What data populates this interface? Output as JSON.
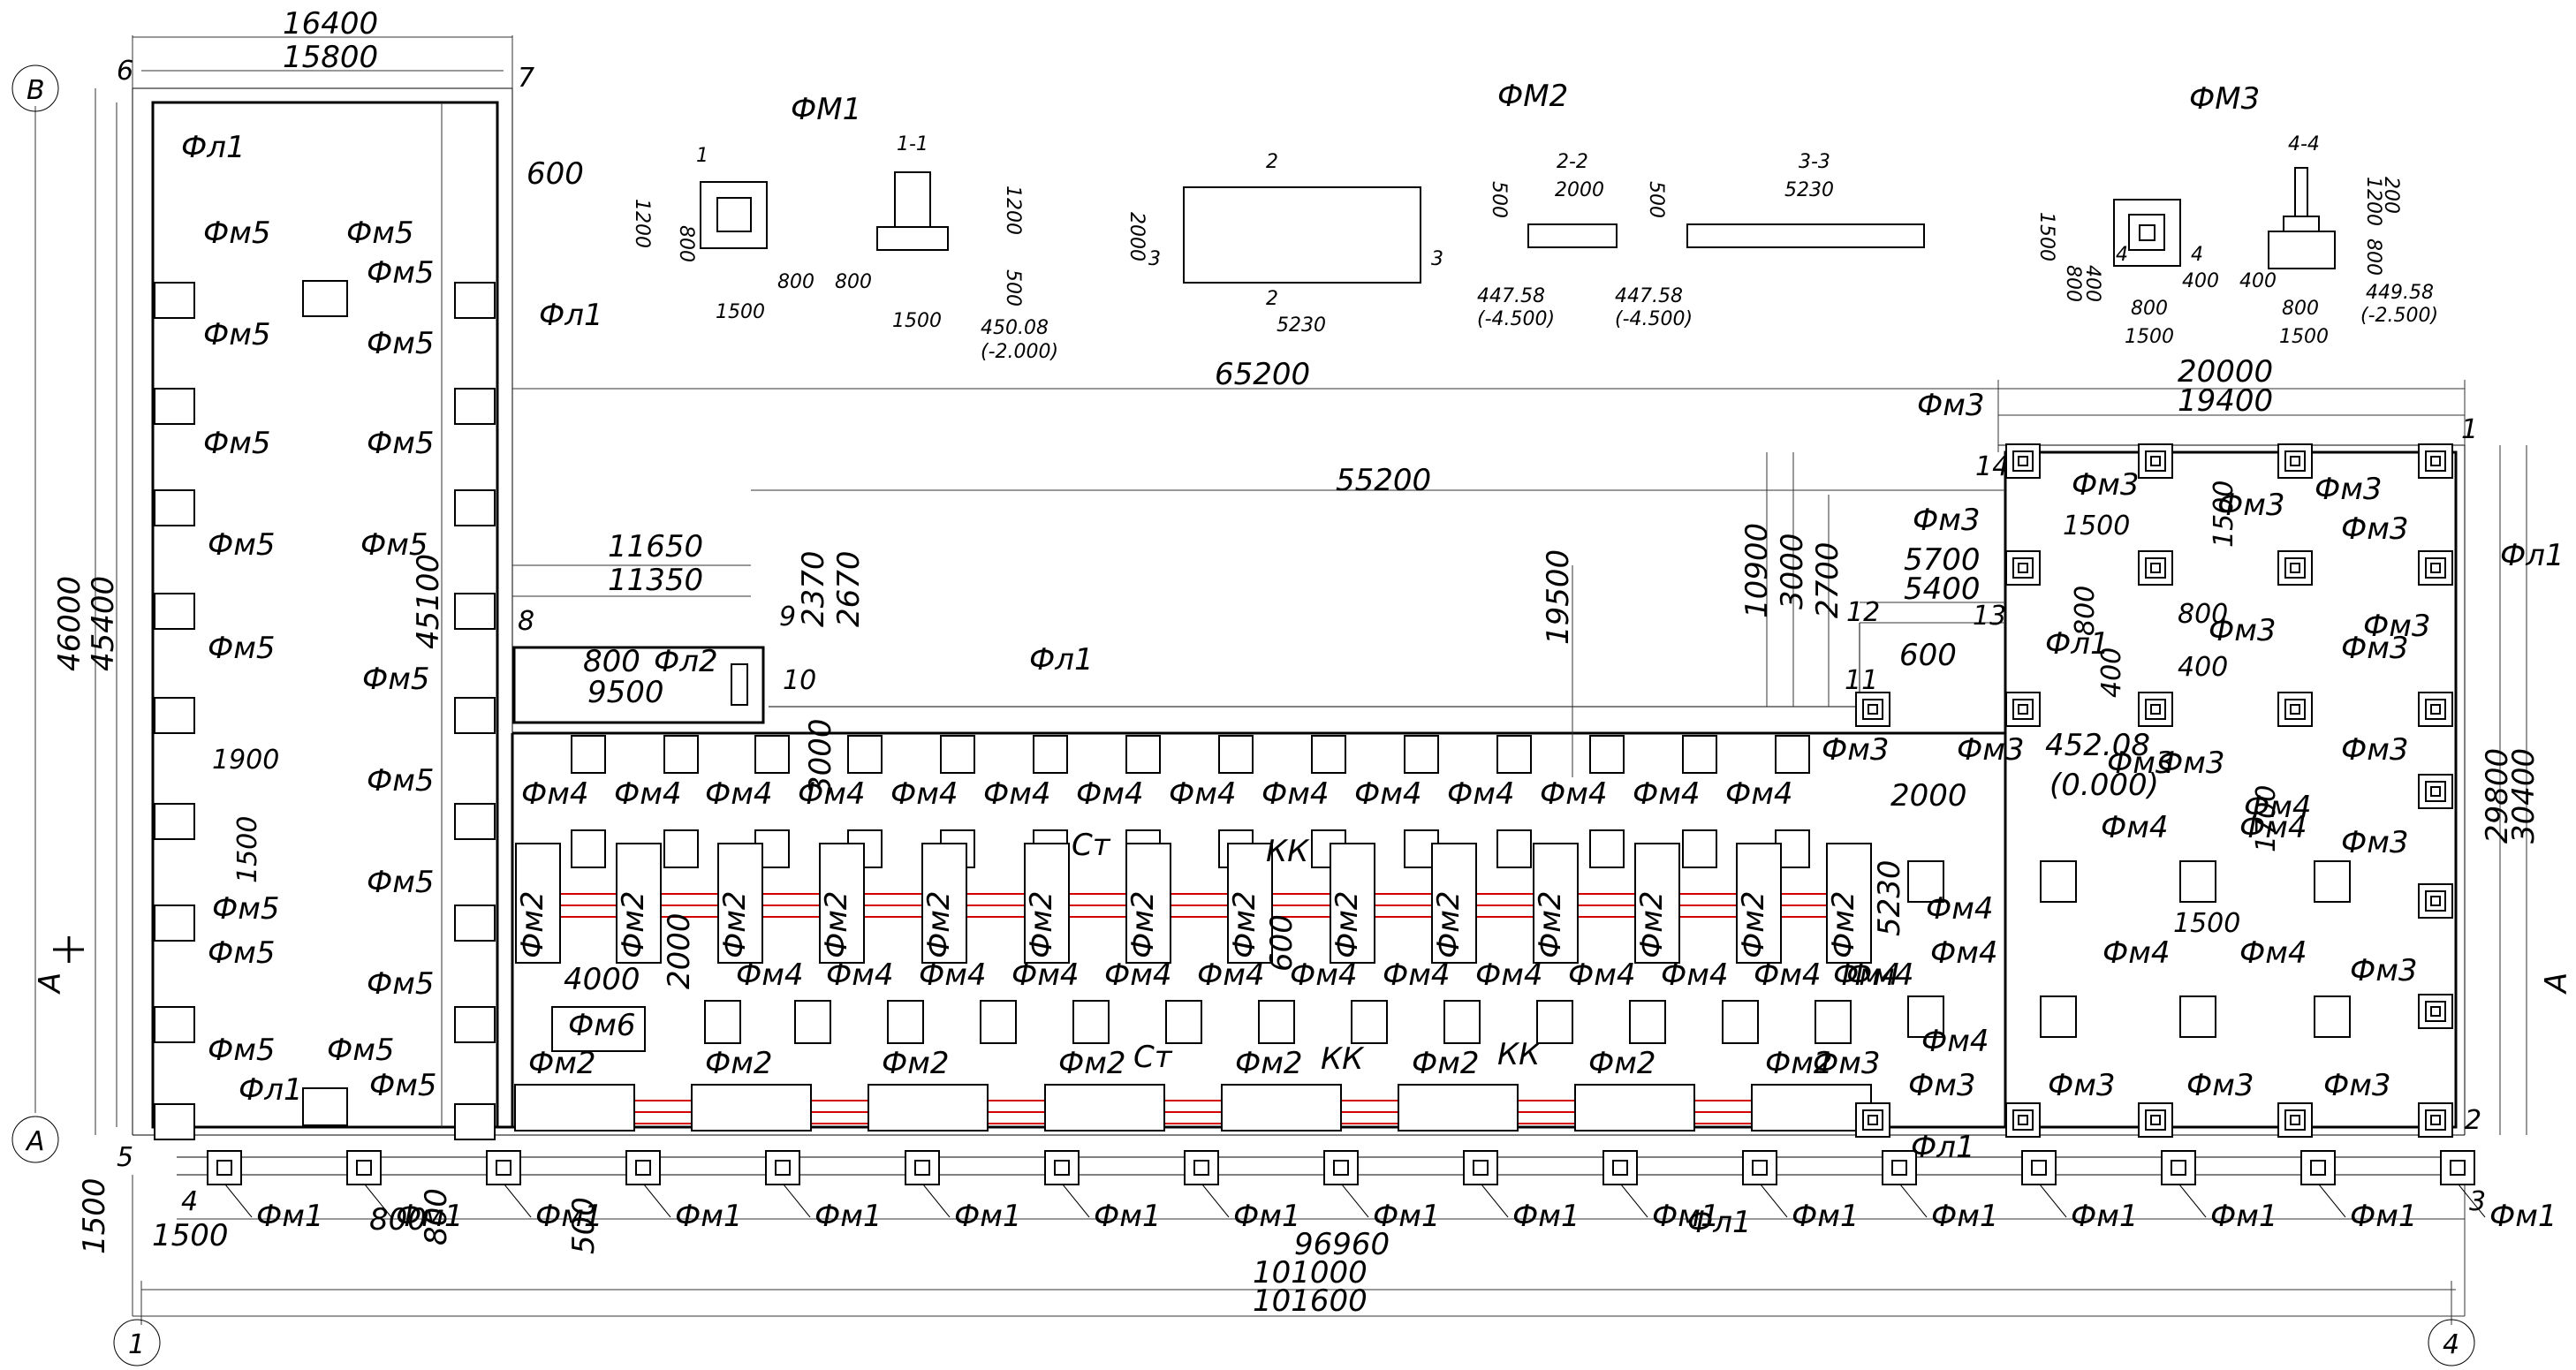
{
  "colors": {
    "line": "#000000",
    "dim": "#333333",
    "pipe": "#d40000",
    "background": "#ffffff"
  },
  "axes": {
    "B": "В",
    "A": "А",
    "n1": "1",
    "n4": "4"
  },
  "section_marks": {
    "left": "А",
    "right": "А"
  },
  "points": {
    "p1": "1",
    "p2": "2",
    "p3": "3",
    "p4": "4",
    "p5": "5",
    "p6": "6",
    "p7": "7",
    "p8": "8",
    "p9": "9",
    "p10": "10",
    "p11": "11",
    "p12": "12",
    "p13": "13",
    "p14": "14"
  },
  "dims": {
    "d16400": "16400",
    "d15800": "15800",
    "d600a": "600",
    "d46000": "46000",
    "d45400": "45400",
    "d45100": "45100",
    "d1900": "1900",
    "d1500a": "1500",
    "d11650": "11650",
    "d11350": "11350",
    "d2370": "2370",
    "d2670": "2670",
    "d800a": "800",
    "d9500": "9500",
    "d3000a": "3000",
    "d55200": "55200",
    "d65200": "65200",
    "d19500": "19500",
    "d10900": "10900",
    "d3000b": "3000",
    "d2700": "2700",
    "d5700": "5700",
    "d5400": "5400",
    "d600b": "600",
    "d20000": "20000",
    "d19400": "19400",
    "d1500b": "1500",
    "d1500c": "1500",
    "d800b": "800",
    "d800c": "800",
    "d400a": "400",
    "d400b": "400",
    "d2000a": "2000",
    "d5230": "5230",
    "d1700": "1700",
    "d1500d": "1500",
    "d29800": "29800",
    "d30400": "30400",
    "d4000": "4000",
    "d2000b": "2000",
    "d600c": "600",
    "d1500e": "1500",
    "d1500f": "1500",
    "d4": "4",
    "d800d": "800",
    "d800e": "800",
    "d500": "500",
    "d96960": "96960",
    "d101000": "101000",
    "d101600": "101600",
    "elev1": "452.08",
    "elev1b": "(0.000)"
  },
  "labels": {
    "fl1": "Фл1",
    "fl2": "Фл2",
    "fm1": "Фм1",
    "fm2": "Фм2",
    "fm3": "Фм3",
    "fm4": "Фм4",
    "fm5": "Фм5",
    "fm6": "Фм6",
    "st": "Ст",
    "kk": "КК"
  },
  "details": {
    "fm1_title": "ФМ1",
    "fm2_title": "ФМ2",
    "fm3_title": "ФМ3",
    "fm1": {
      "cut": "1",
      "s11": "1-1",
      "w1500": "1500",
      "h800": "800",
      "w800": "800",
      "w1500b": "1500",
      "h1200": "1200",
      "h500": "500",
      "h800b": "800",
      "lvl": "450.08",
      "lvlr": "(-2.000)"
    },
    "fm2": {
      "cut2": "2",
      "cut3": "3",
      "h2000": "2000",
      "w5230": "5230",
      "s22": "2-2",
      "s33": "3-3",
      "w2000": "2000",
      "w5230b": "5230",
      "h500a": "500",
      "h500b": "500",
      "lvl": "447.58",
      "lvlr": "(-4.500)",
      "lvl2": "447.58",
      "lvlr2": "(-4.500)"
    },
    "fm3": {
      "cut": "4",
      "s44": "4-4",
      "h1500": "1500",
      "h800": "800",
      "h400": "400",
      "w800": "800",
      "w1500": "1500",
      "w400": "400",
      "h1200": "1200",
      "h200": "200",
      "h800b": "800",
      "w400b": "400",
      "w800b": "800",
      "w1500b": "1500",
      "lvl": "449.58",
      "lvlr": "(-2.500)"
    }
  }
}
